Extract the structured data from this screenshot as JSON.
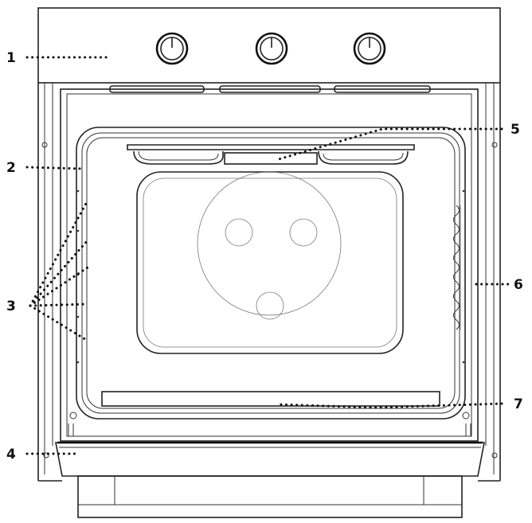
{
  "callouts": [
    {
      "id": "1",
      "label": "1"
    },
    {
      "id": "2",
      "label": "2"
    },
    {
      "id": "3",
      "label": "3"
    },
    {
      "id": "4",
      "label": "4"
    },
    {
      "id": "5",
      "label": "5"
    },
    {
      "id": "6",
      "label": "6"
    },
    {
      "id": "7",
      "label": "7"
    }
  ],
  "colors": {
    "line": "#222222",
    "background": "#ffffff"
  },
  "icons": [
    "control-knob-icon",
    "rack-support-icon"
  ]
}
